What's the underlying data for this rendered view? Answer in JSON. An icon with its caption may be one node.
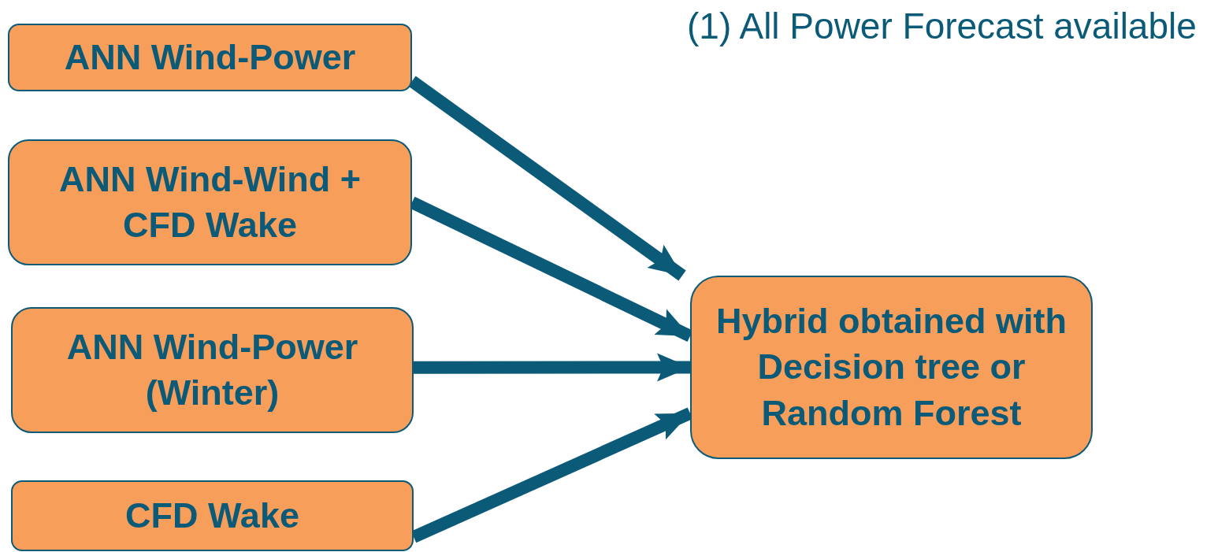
{
  "diagram": {
    "title": "(1) All Power Forecast available",
    "nodes": [
      {
        "text": [
          "ANN Wind-Power"
        ]
      },
      {
        "text": [
          "ANN Wind-Wind + CFD Wake"
        ]
      },
      {
        "text": [
          "ANN Wind-Power (Winter)"
        ]
      },
      {
        "text": [
          "CFD Wake"
        ]
      },
      {
        "text": [
          "Hybrid obtained with Decision tree or Random Forest"
        ]
      }
    ],
    "edges": [
      {
        "from": 0,
        "to": 4,
        "arrow": "to"
      },
      {
        "from": 1,
        "to": 4,
        "arrow": "to"
      },
      {
        "from": 2,
        "to": 4,
        "arrow": "to"
      },
      {
        "from": 3,
        "to": 4,
        "arrow": "to"
      }
    ]
  }
}
